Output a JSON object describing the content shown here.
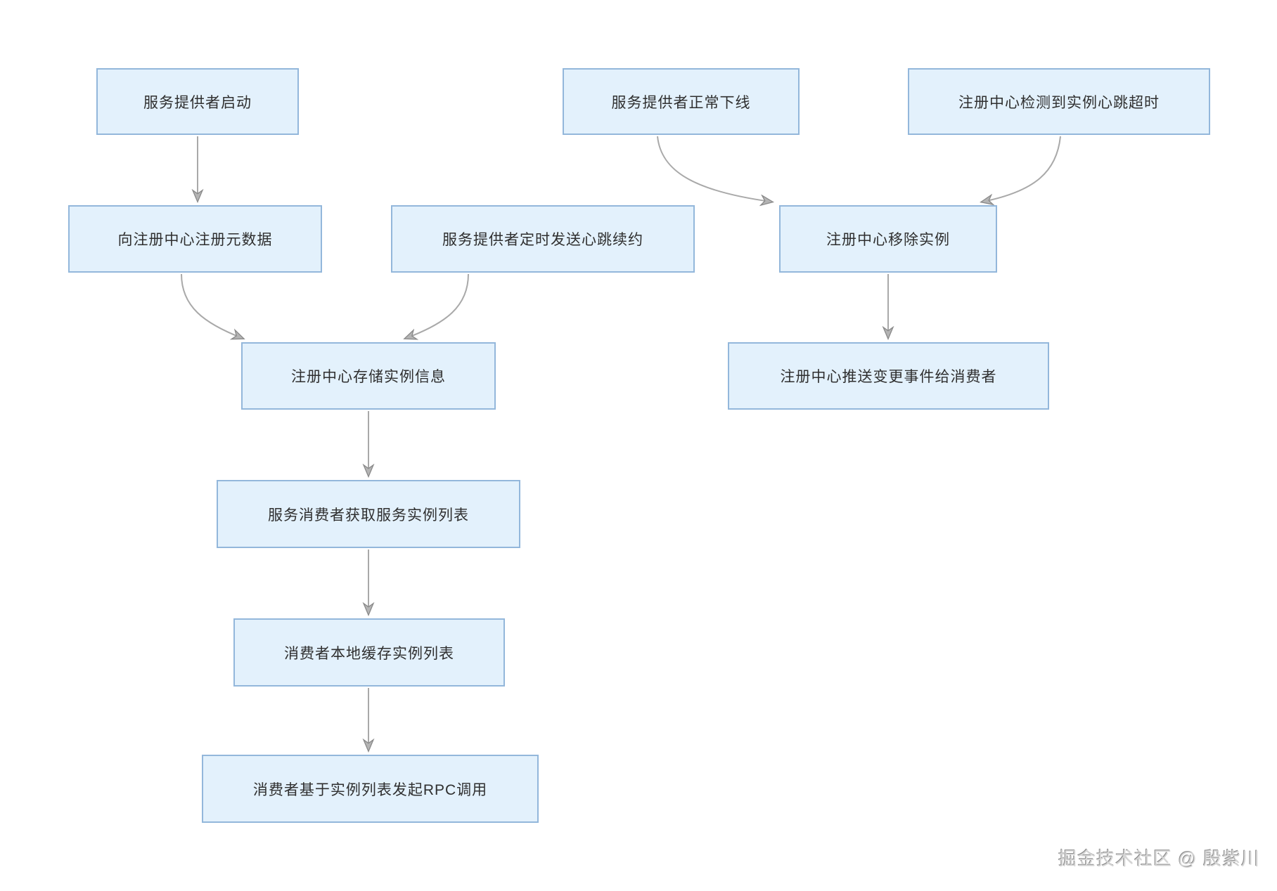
{
  "diagram": {
    "nodes": {
      "provider_start": "服务提供者启动",
      "provider_offline": "服务提供者正常下线",
      "heartbeat_timeout": "注册中心检测到实例心跳超时",
      "register_metadata": "向注册中心注册元数据",
      "heartbeat_renew": "服务提供者定时发送心跳续约",
      "remove_instance": "注册中心移除实例",
      "store_instance": "注册中心存储实例信息",
      "push_change_event": "注册中心推送变更事件给消费者",
      "fetch_instance_list": "服务消费者获取服务实例列表",
      "cache_instance_list": "消费者本地缓存实例列表",
      "rpc_call": "消费者基于实例列表发起RPC调用"
    },
    "colors": {
      "node_fill": "#e3f1fc",
      "node_border": "#93b7db",
      "arrow": "#a9a9a9",
      "text": "#2f2f2f"
    }
  },
  "watermark": "掘金技术社区 @ 殷紫川"
}
